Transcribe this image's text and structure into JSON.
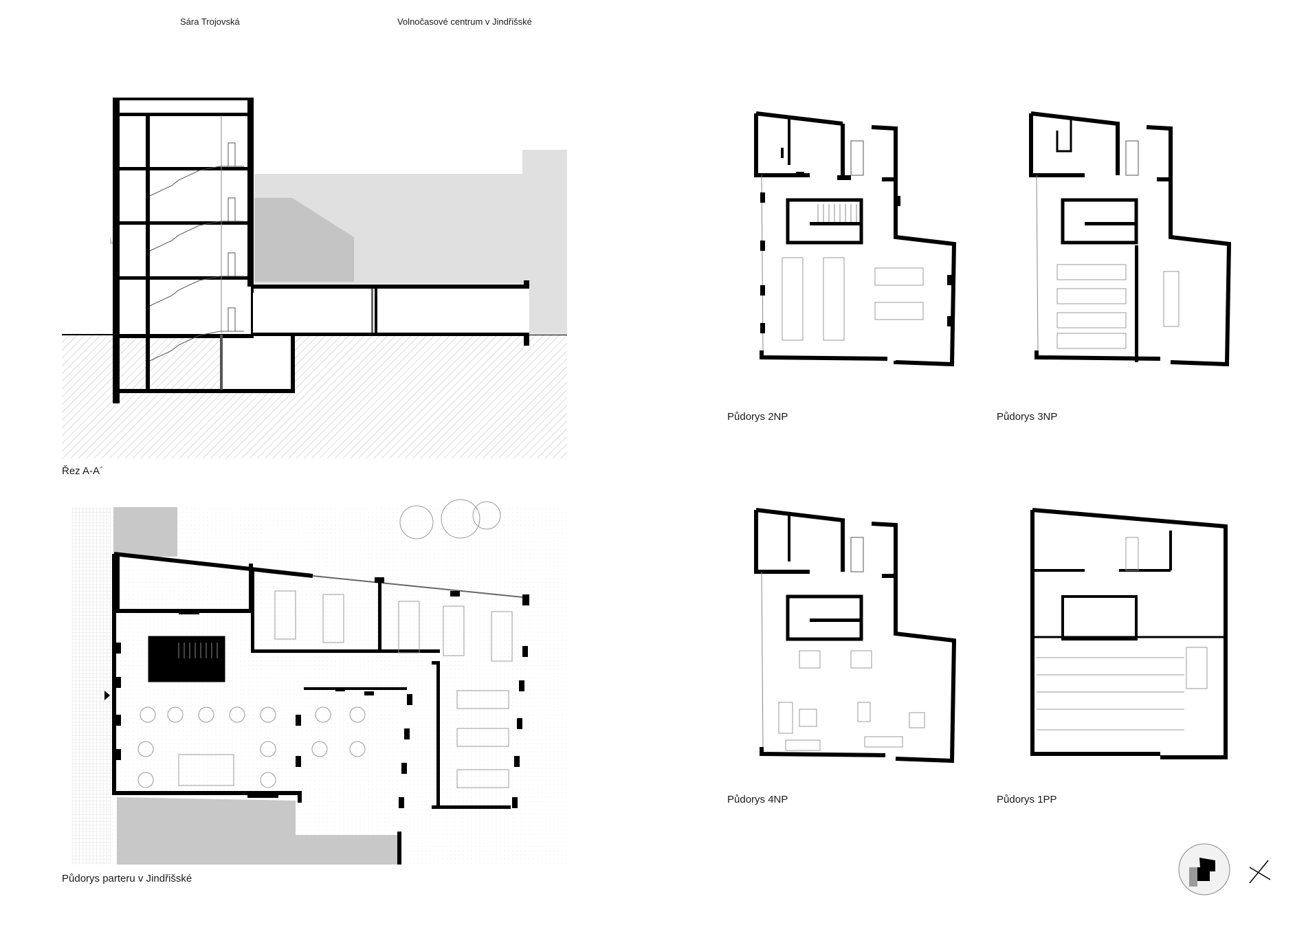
{
  "header": {
    "author": "Sára Trojovská",
    "project": "Volnočasové centrum v Jindřišské"
  },
  "drawings": {
    "section": {
      "label": "Řez A-A´"
    },
    "ground_floor": {
      "label": "Půdorys parteru v Jindřišské"
    },
    "floor_2": {
      "label": "Půdorys 2NP"
    },
    "floor_3": {
      "label": "Půdorys 3NP"
    },
    "floor_4": {
      "label": "Půdorys 4NP"
    },
    "basement": {
      "label": "Půdorys 1PP"
    }
  },
  "colors": {
    "wall": "#000000",
    "neighbour_building": "#d9d9d9",
    "neighbour_dark": "#bfbfbf",
    "ground_hatch": "#b0b0b0",
    "furniture": "#999999"
  },
  "icons": {
    "site_plan": "site-location-icon",
    "north": "north-arrow-icon"
  }
}
